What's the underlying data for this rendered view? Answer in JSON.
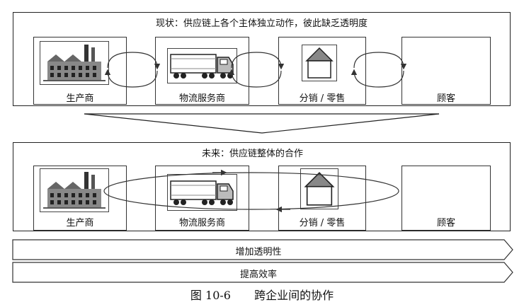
{
  "current": {
    "title": "现状：供应链上各个主体独立动作，彼此缺乏透明度",
    "entities": [
      "生产商",
      "物流服务商",
      "分销 / 零售",
      "顾客"
    ]
  },
  "future": {
    "title": "未来：供应链整体的合作",
    "entities": [
      "生产商",
      "物流服务商",
      "分销 / 零售",
      "顾客"
    ]
  },
  "bands": [
    "增加透明性",
    "提高效率"
  ],
  "caption": {
    "number": "图 10-6",
    "text": "跨企业间的协作"
  },
  "icons": [
    "factory-icon",
    "truck-icon",
    "house-icon"
  ]
}
